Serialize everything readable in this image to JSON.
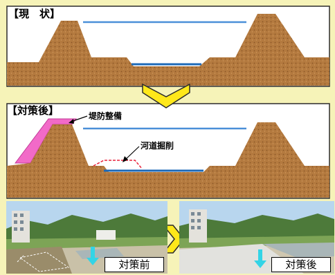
{
  "colors": {
    "background": "#f6f3b8",
    "panel_border": "#2b2b2b",
    "embankment": "#b47a3f",
    "water_surface": "#4a8fd8",
    "water_bed": "#1c69b8",
    "levee_improvement": "#f26ac8",
    "excavation_line": "#e8203a",
    "chevron": "#ffe81a",
    "arrow": "#33d4e6"
  },
  "sections": {
    "current": {
      "label": "【現　状】"
    },
    "after": {
      "label": "【対策後】"
    }
  },
  "annotations": {
    "levee": "堤防整備",
    "dredging": "河道掘削"
  },
  "photos": {
    "before": {
      "label": "対策前",
      "arrow_icon": "down-arrow-icon"
    },
    "after": {
      "label": "対策後",
      "arrow_icon": "down-arrow-icon"
    },
    "transition_icon": "chevron-right-icon"
  }
}
